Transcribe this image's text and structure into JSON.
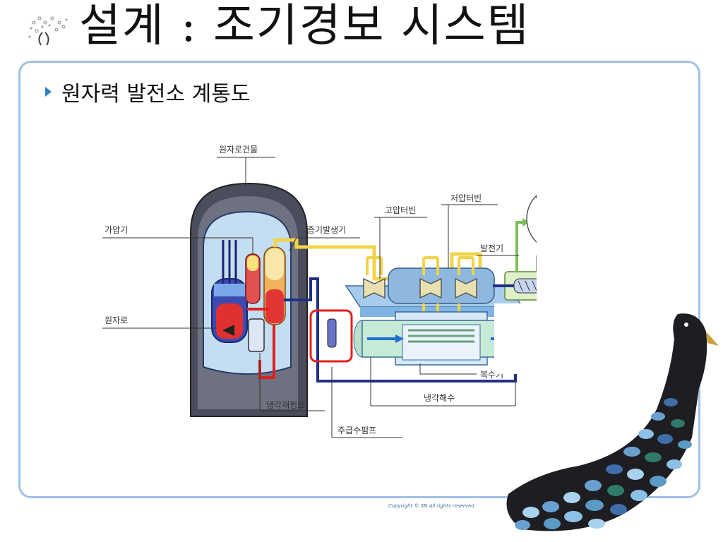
{
  "slide": {
    "title": "설계 : 조기경보 시스템",
    "bullet": "원자력 발전소 계통도"
  },
  "diagram": {
    "labels": {
      "reactor_building": "원자로건물",
      "pressurizer": "가압기",
      "steam_generator": "증기발생기",
      "reactor": "원자로",
      "coolant_pump": "냉각재펌프",
      "feedwater_pump": "주급수펌프",
      "hp_turbine": "고압터빈",
      "lp_turbine": "저압터빈",
      "generator": "발전기",
      "condenser": "복수기",
      "cooling_seawater": "냉각해수"
    },
    "copyright": "Copyright © 3N All rights reserved"
  },
  "colors": {
    "frame": "#9fc0e3",
    "bullet": "#2f7fc4",
    "highlight": "#e02020",
    "steam_pipe": "#f2d34a"
  },
  "icons": [
    "flower-logo-icon",
    "bullet-arrow-icon",
    "transformer-icon",
    "peacock-decoration"
  ]
}
